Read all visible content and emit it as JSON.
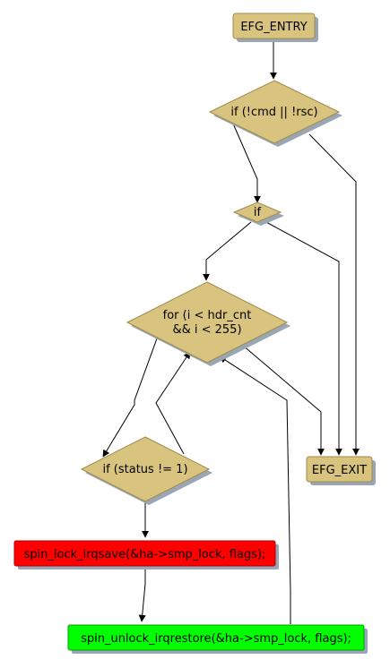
{
  "colors": {
    "node_fill": "#d9c47f",
    "node_stroke": "#a08a4a",
    "shadow": "#9aa6b4",
    "red": "#ff0000",
    "green": "#00ff00",
    "edge": "#000000"
  },
  "nodes": {
    "entry": {
      "label": "EFG_ENTRY"
    },
    "cond_cmd_rsc": {
      "label": "if (!cmd || !rsc)"
    },
    "cond_if": {
      "label": "if"
    },
    "loop": {
      "line1": "for (i < hdr_cnt",
      "line2": "&& i < 255)"
    },
    "cond_status": {
      "label": "if (status != 1)"
    },
    "exit": {
      "label": "EFG_EXIT"
    },
    "lock": {
      "label": "spin_lock_irqsave(&ha->smp_lock, flags);"
    },
    "unlock": {
      "label": "spin_unlock_irqrestore(&ha->smp_lock, flags);"
    }
  }
}
